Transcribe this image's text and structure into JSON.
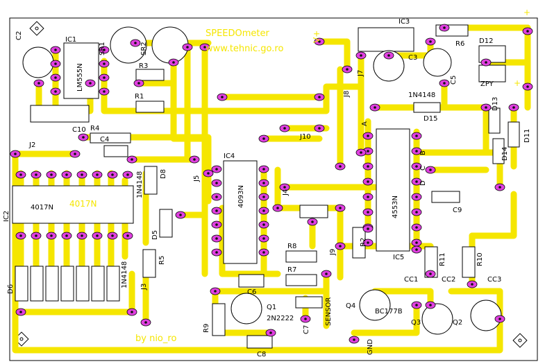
{
  "title_lines": [
    "SPEEDOmeter",
    "www.tehnic.go.ro"
  ],
  "credit": "by nio_ro",
  "power_labels": [
    "V+",
    "+",
    "+"
  ],
  "ground_label": "GND",
  "sensor_label": "SENSOR",
  "ic_labels": {
    "ic1": "IC1",
    "ic1_part": "LM555N",
    "ic2": "IC2",
    "ic2_part": "4017N",
    "ic3": "IC3",
    "ic4": "IC4",
    "ic4_part": "4093N",
    "ic5": "IC5",
    "ic5_part": "4553N"
  },
  "component_labels": [
    "C2",
    "SR1",
    "SR2",
    "R3",
    "R1",
    "C10",
    "R4",
    "C4",
    "J2",
    "D8",
    "1N4148",
    "D6",
    "D5",
    "R5",
    "J3",
    "J5",
    "J4",
    "J9",
    "J8",
    "J7",
    "J10",
    "C3",
    "C5",
    "R6",
    "D12",
    "ZPY",
    "1N4148",
    "D15",
    "D13",
    "D11",
    "D14",
    "C9",
    "R8",
    "R7",
    "R9",
    "R2",
    "R11",
    "R10",
    "C6",
    "C7",
    "C8",
    "Q1",
    "2N2222",
    "Q4",
    "BC177B",
    "Q3",
    "Q2",
    "CC1",
    "CC2",
    "CC3",
    "1N4148",
    "4017N"
  ],
  "pin_letters": [
    "A",
    "B",
    "C",
    "D"
  ],
  "colors": {
    "copper": "#f5e600",
    "pad": "#e040e0",
    "pad_hole": "#111111",
    "outline": "#000000"
  }
}
